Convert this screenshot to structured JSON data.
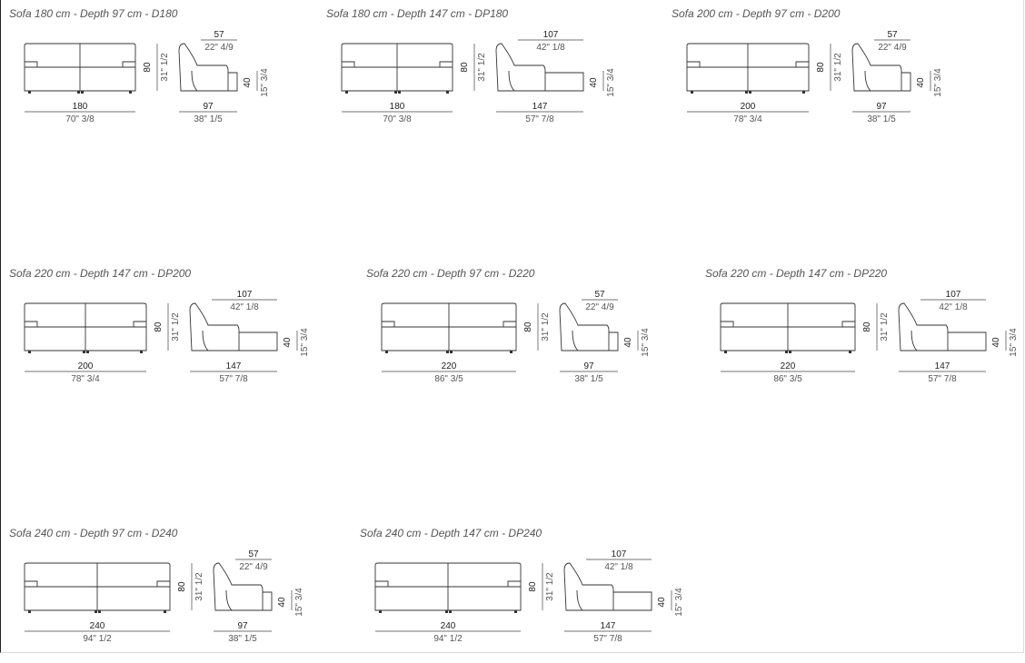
{
  "sofas": [
    {
      "title": "Sofa 180 cm - Depth 97 cm - D180",
      "width_cm": "180",
      "width_in": "70\" 3/8",
      "depth_cm": "97",
      "depth_in": "38\" 1/5",
      "seat_cm": "57",
      "seat_in": "22\" 4/9",
      "height_cm": "80",
      "height_in": "31\" 1/2",
      "seat_h_cm": "40",
      "seat_h_in": "15\" 3/4",
      "deep": false
    },
    {
      "title": "Sofa 180 cm - Depth 147 cm - DP180",
      "width_cm": "180",
      "width_in": "70\" 3/8",
      "depth_cm": "147",
      "depth_in": "57\" 7/8",
      "seat_cm": "107",
      "seat_in": "42\" 1/8",
      "height_cm": "80",
      "height_in": "31\" 1/2",
      "seat_h_cm": "40",
      "seat_h_in": "15\" 3/4",
      "deep": true
    },
    {
      "title": "Sofa 200 cm - Depth 97 cm - D200",
      "width_cm": "200",
      "width_in": "78\" 3/4",
      "depth_cm": "97",
      "depth_in": "38\" 1/5",
      "seat_cm": "57",
      "seat_in": "22\" 4/9",
      "height_cm": "80",
      "height_in": "31\" 1/2",
      "seat_h_cm": "40",
      "seat_h_in": "15\" 3/4",
      "deep": false
    },
    {
      "title": "Sofa 220 cm - Depth 147 cm - DP200",
      "width_cm": "200",
      "width_in": "78\" 3/4",
      "depth_cm": "147",
      "depth_in": "57\" 7/8",
      "seat_cm": "107",
      "seat_in": "42\" 1/8",
      "height_cm": "80",
      "height_in": "31\" 1/2",
      "seat_h_cm": "40",
      "seat_h_in": "15\" 3/4",
      "deep": true
    },
    {
      "title": "Sofa 220 cm - Depth 97 cm - D220",
      "width_cm": "220",
      "width_in": "86\" 3/5",
      "depth_cm": "97",
      "depth_in": "38\" 1/5",
      "seat_cm": "57",
      "seat_in": "22\" 4/9",
      "height_cm": "80",
      "height_in": "31\" 1/2",
      "seat_h_cm": "40",
      "seat_h_in": "15\" 3/4",
      "deep": false
    },
    {
      "title": "Sofa 220 cm - Depth 147 cm - DP220",
      "width_cm": "220",
      "width_in": "86\" 3/5",
      "depth_cm": "147",
      "depth_in": "57\" 7/8",
      "seat_cm": "107",
      "seat_in": "42\" 1/8",
      "height_cm": "80",
      "height_in": "31\" 1/2",
      "seat_h_cm": "40",
      "seat_h_in": "15\" 3/4",
      "deep": true
    },
    {
      "title": "Sofa 240 cm - Depth 97 cm - D240",
      "width_cm": "240",
      "width_in": "94\" 1/2",
      "depth_cm": "97",
      "depth_in": "38\" 1/5",
      "seat_cm": "57",
      "seat_in": "22\" 4/9",
      "height_cm": "80",
      "height_in": "31\" 1/2",
      "seat_h_cm": "40",
      "seat_h_in": "15\" 3/4",
      "deep": false
    },
    {
      "title": "Sofa 240 cm - Depth 147 cm - DP240",
      "width_cm": "240",
      "width_in": "94\" 1/2",
      "depth_cm": "147",
      "depth_in": "57\" 7/8",
      "seat_cm": "107",
      "seat_in": "42\" 1/8",
      "height_cm": "80",
      "height_in": "31\" 1/2",
      "seat_h_cm": "40",
      "seat_h_in": "15\" 3/4",
      "deep": true
    }
  ]
}
